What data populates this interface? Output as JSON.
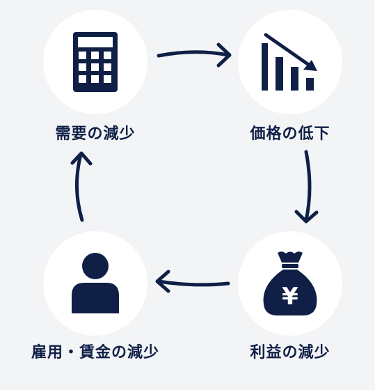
{
  "nodes": {
    "demand": {
      "label": "需要の減少",
      "icon": "calculator-icon"
    },
    "price": {
      "label": "価格の低下",
      "icon": "declining-bar-chart-icon"
    },
    "profit": {
      "label": "利益の減少",
      "icon": "yen-money-bag-icon",
      "symbol": "¥"
    },
    "employment": {
      "label": "雇用・賃金の減少",
      "icon": "person-icon"
    }
  },
  "colors": {
    "navy": "#0f1f46",
    "circle": "#ffffff",
    "background": "#f3f4f6"
  }
}
